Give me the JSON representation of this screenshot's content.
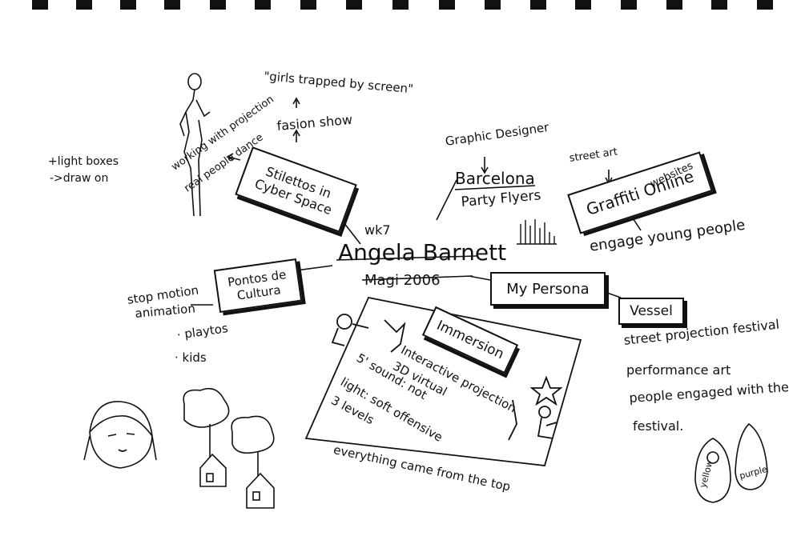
{
  "center": {
    "name": "Angela Barnett",
    "week": "wk7",
    "subtitle": "Magi 2006"
  },
  "nodes": {
    "stilettos": "Stilettos in Cyber Space",
    "pontos": "Pontos de Cultura",
    "immersion": "Immersion",
    "barcelona": "Barcelona",
    "persona": "My Persona",
    "graffiti": "Graffiti Online",
    "vessel": "Vessel"
  },
  "notes": {
    "girls": "\"girls trapped by screen\"",
    "fashion": "fasion show",
    "projection": "working with projection",
    "dance": "real people dance",
    "lightboxes": "+light boxes",
    "drawon": "->draw on",
    "stopmotion": "stop motion",
    "animation": "animation",
    "playtos": "· playtos",
    "kids": "· kids",
    "graphic": "Graphic Designer",
    "party": "Party Flyers",
    "street_art": "street art",
    "websites": "websites",
    "engage": "engage young people",
    "interactive": "Interactive projection",
    "virtual": "3D virtual",
    "sound": "5' sound: not",
    "light": "light: soft offensive",
    "levels": "3 levels",
    "everything": "everything came from the top",
    "festival": "street projection festival",
    "performance": "performance art",
    "engaged": "people engaged with the",
    "festival2": "festival.",
    "yellow": "yellow",
    "purple": "purple"
  }
}
